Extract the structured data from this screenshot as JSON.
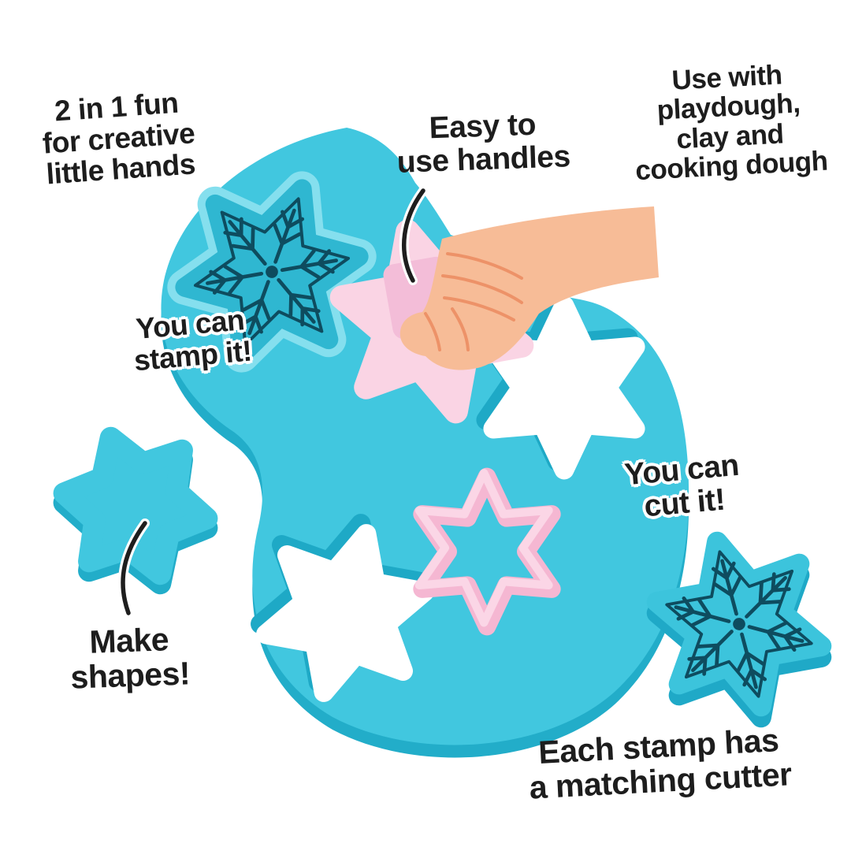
{
  "illustration": {
    "title": "2-in-1 dough stamp and cutter set feature diagram",
    "labels": {
      "two_in_one": [
        "2 in 1 fun",
        "for creative",
        "little hands"
      ],
      "easy_handles": [
        "Easy to",
        "use handles"
      ],
      "use_with": [
        "Use with",
        "playdough,",
        "clay and",
        "cooking dough"
      ],
      "stamp_it": [
        "You can",
        "stamp it!"
      ],
      "cut_it": [
        "You can",
        "cut it!"
      ],
      "make_shapes": [
        "Make",
        "shapes!"
      ],
      "matching_cutter": [
        "Each stamp has",
        "a matching cutter"
      ]
    },
    "colors": {
      "background": "#ffffff",
      "dough": "#41C7DF",
      "dough_shadow": "#22ADC9",
      "impression_teal": "#2FB7D1",
      "impression_halo": "#85DFEE",
      "flake_dark": "#0E4C5F",
      "cutout_shadow": "#1EA9C6",
      "cutout_white": "#FFFFFF",
      "cutter_pink": "#F5B7D2",
      "cutter_highlight": "#FBD6E6",
      "stamp_pink": "#FAD4E4",
      "handle_pink": "#F3BDD8",
      "hand_skin": "#F7BC97",
      "hand_lines": "#ED9268",
      "teal_stamp_body": "#3CC4DC",
      "teal_stamp_shadow": "#1FA9C7",
      "callout_line": "#1E1E1E",
      "text": "#1D1D1D"
    }
  }
}
